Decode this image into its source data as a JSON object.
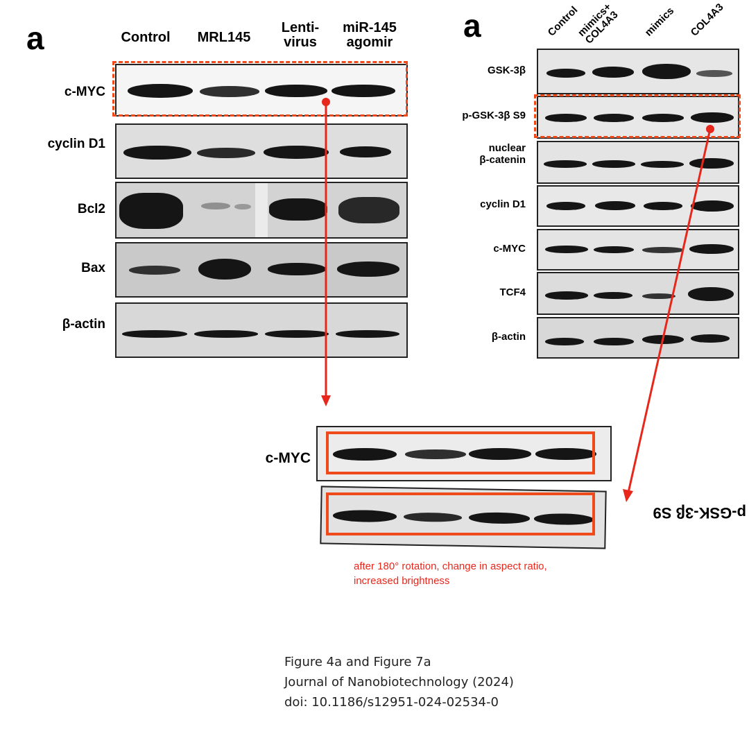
{
  "left_figure": {
    "panel_letter": "a",
    "columns": [
      "Control",
      "MRL145",
      "Lenti-\nvirus",
      "miR-145\nagomir"
    ],
    "rows": [
      "c-MYC",
      "cyclin D1",
      "Bcl2",
      "Bax",
      "β-actin"
    ]
  },
  "right_figure": {
    "panel_letter": "a",
    "columns": [
      "Control",
      "mimics+\nCOL4A3",
      "mimics",
      "COL4A3"
    ],
    "rows": [
      "GSK-3β",
      "p-GSK-3β S9",
      "nuclear\nβ-catenin",
      "cyclin D1",
      "c-MYC",
      "TCF4",
      "β-actin"
    ]
  },
  "comparison": {
    "top_label": "c-MYC",
    "bottom_label_mirrored": "p-GSK-3β S9",
    "note": "after 180° rotation, change in aspect ratio, increased brightness"
  },
  "citation": {
    "line1": "Figure 4a and Figure 7a",
    "line2": "Journal of Nanobiotechnology (2024)",
    "line3": "doi: 10.1186/s12951-024-02534-0"
  },
  "colors": {
    "highlight": "#ee4a1c",
    "arrow": "#e8271c",
    "note_text": "#e8271c"
  }
}
